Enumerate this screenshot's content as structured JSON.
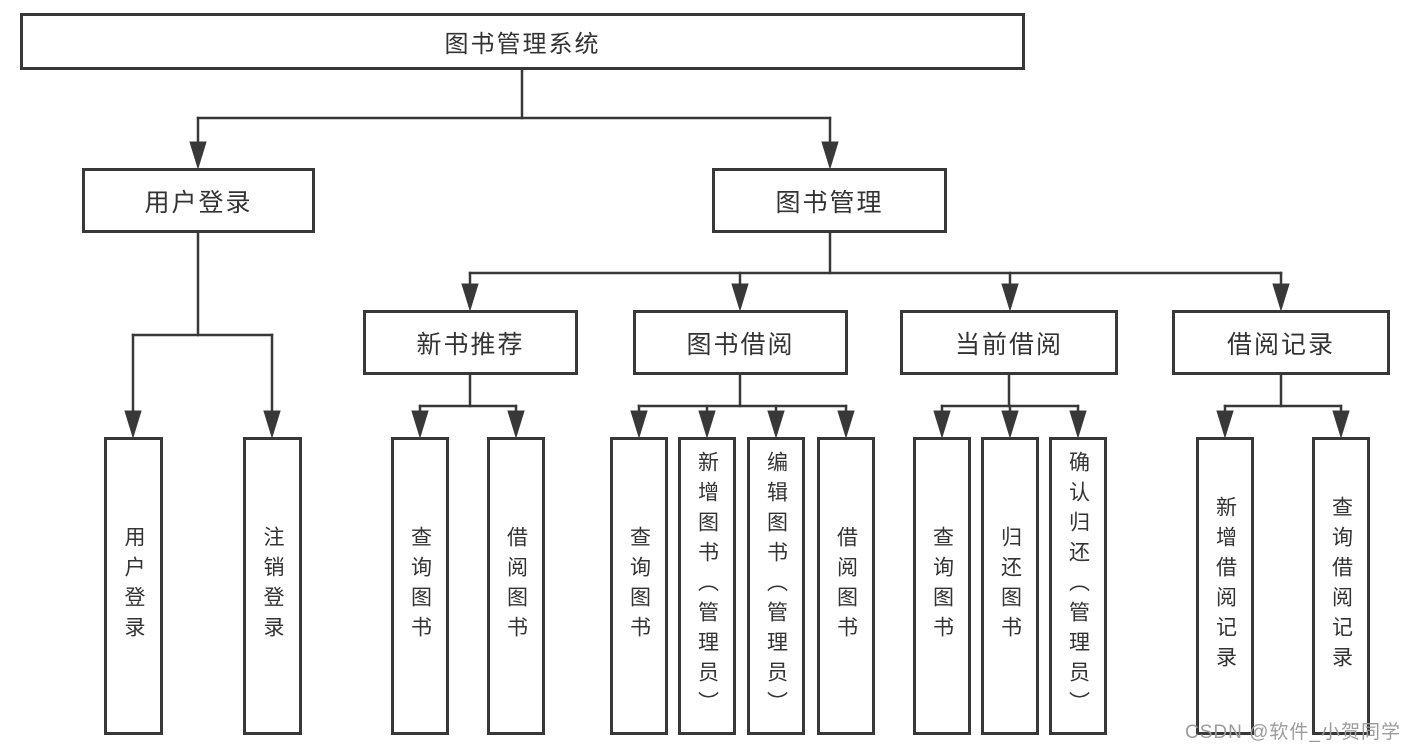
{
  "diagram": {
    "tree": {
      "label": "图书管理系统",
      "children": [
        {
          "label": "用户登录",
          "children": [
            {
              "label": "用户登录"
            },
            {
              "label": "注销登录"
            }
          ]
        },
        {
          "label": "图书管理",
          "children": [
            {
              "label": "新书推荐",
              "children": [
                {
                  "label": "查询图书"
                },
                {
                  "label": "借阅图书"
                }
              ]
            },
            {
              "label": "图书借阅",
              "children": [
                {
                  "label": "查询图书"
                },
                {
                  "label": "新增图书（管理员）"
                },
                {
                  "label": "编辑图书（管理员）"
                },
                {
                  "label": "借阅图书"
                }
              ]
            },
            {
              "label": "当前借阅",
              "children": [
                {
                  "label": "查询图书"
                },
                {
                  "label": "归还图书"
                },
                {
                  "label": "确认归还（管理员）"
                }
              ]
            },
            {
              "label": "借阅记录",
              "children": [
                {
                  "label": "新增借阅记录"
                },
                {
                  "label": "查询借阅记录"
                }
              ]
            }
          ]
        }
      ]
    },
    "colors": {
      "line": "#383838",
      "box_border": "#383838",
      "text": "#333333",
      "background": "#ffffff",
      "watermark": "#9c9c9c"
    }
  },
  "watermark": {
    "text": "CSDN @软件_小贺同学"
  }
}
